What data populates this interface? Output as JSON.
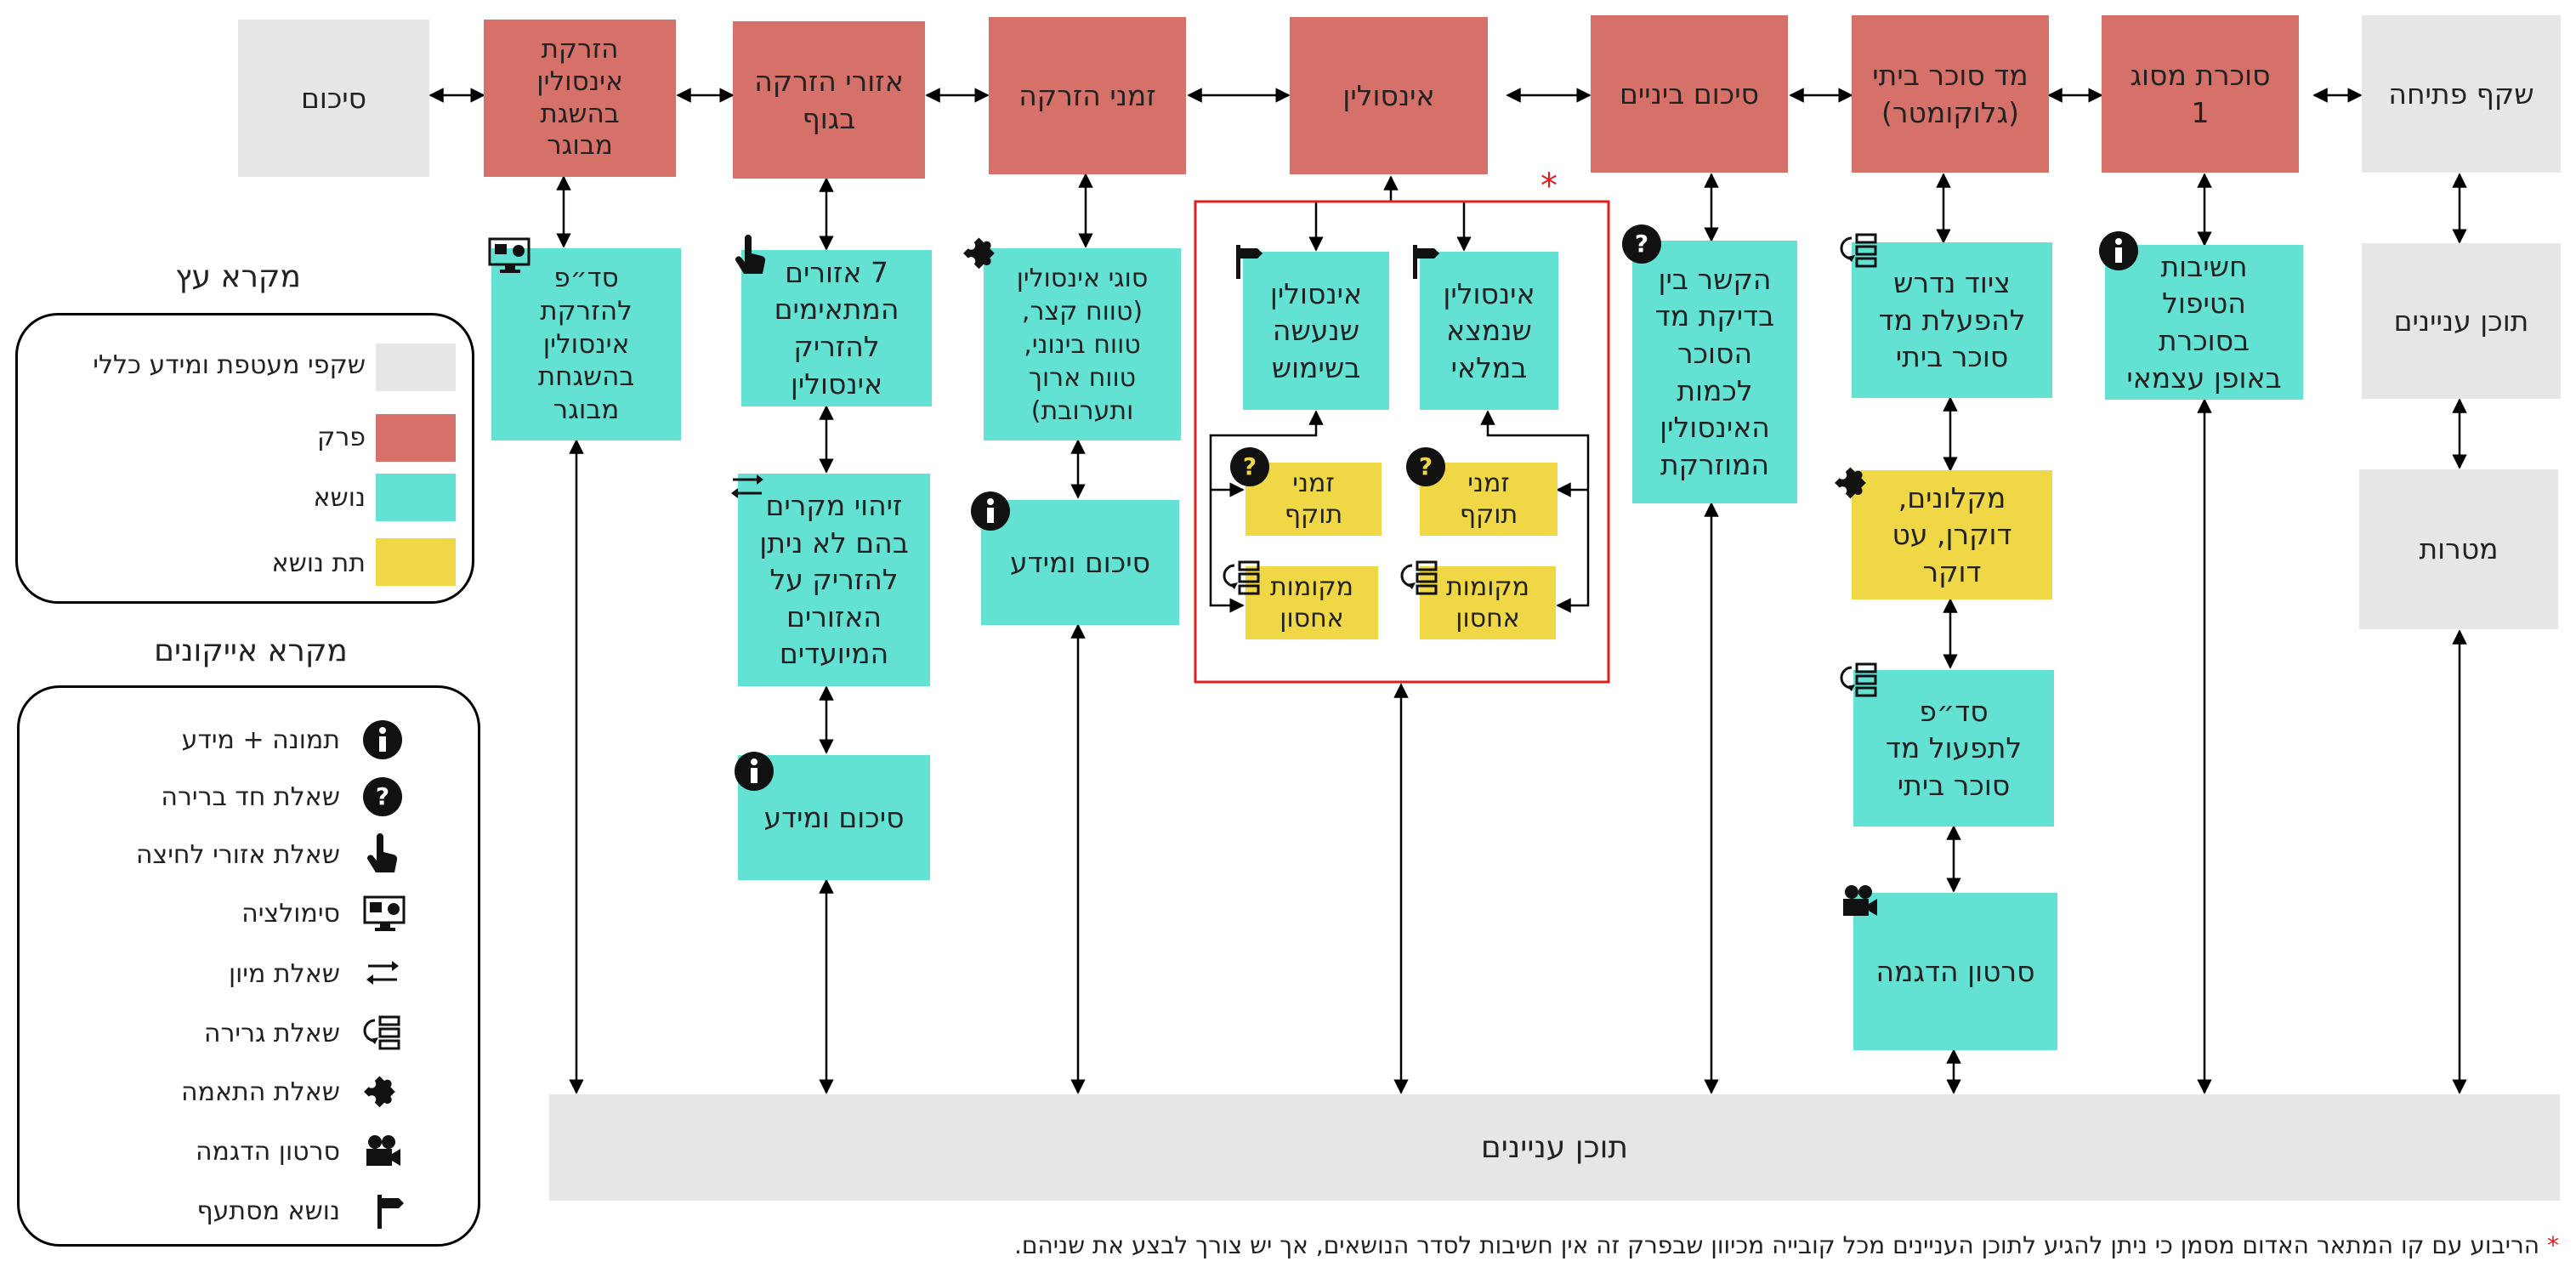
{
  "colors": {
    "general": "#e6e6e6",
    "chapter": "#d6716a",
    "topic": "#63e1d2",
    "subtopic": "#f0d746",
    "highlight_frame": "#e02020"
  },
  "top_row": {
    "opening": "שקף פתיחה",
    "diabetes_type1": "סוכרת מסוג\n1",
    "home_glucometer": "מד סוכר ביתי\n(גלוקומטר)",
    "interim_summary": "סיכום ביניים",
    "insulin": "אינסולין",
    "injection_times": "זמני הזרקה",
    "injection_areas": "אזורי הזרקה\nבגוף",
    "adult_injection": "הזרקת\nאינסולין\nבהשגת\nמבוגר",
    "summary": "סיכום"
  },
  "left_column": {
    "toc": "תוכן עניינים",
    "goals": "מטרות"
  },
  "topics": {
    "treatment_importance": "חשיבות\nהטיפול\nבסוכרת\nבאופן עצמאי",
    "equipment": "ציוד נדרש\nלהפעלת מד\nסוכר ביתי",
    "lancets": "מקלונים,\nדוקרן, עט\nדוקר",
    "procedure_glucometer": "סד״פ\nלתפעול מד\nסוכר ביתי",
    "demo_video": "סרטון הדגמה",
    "relation": "הקשר בין\nבדיקת מד\nהסוכר\nלכמות\nהאינסולין\nהמוזרקת",
    "insulin_stock": "אינסולין\nשנמצא\nבמלאי",
    "insulin_in_use": "אינסולין\nשנעשה\nבשימוש",
    "expiry_a": "זמני\nתוקף",
    "expiry_b": "זמני\nתוקף",
    "storage_a": "מקומות\nאחסון",
    "storage_b": "מקומות\nאחסון",
    "insulin_types": "סוגי אינסולין\n(טווח קצר,\nטווח בינוני,\nטווח ארוך\nותערובת)",
    "summary_info_1": "סיכום ומידע",
    "seven_areas": "7 אזורים\nהמתאימים\nלהזריק\nאינסולין",
    "cases_identify": "זיהוי מקרים\nבהם לא ניתן\nלהזריק על\nהאזורים\nהמיועדים",
    "summary_info_2": "סיכום ומידע",
    "procedure_adult": "סד״פ\nלהזרקת\nאינסולין\nבהשגחת\nמבוגר"
  },
  "bottom_bar": "תוכן עניינים",
  "legend_tree": {
    "title": "מקרא עץ",
    "items": [
      {
        "label": "שקפי מעטפת ומידע כללי",
        "color": "#e6e6e6"
      },
      {
        "label": "פרק",
        "color": "#d6716a"
      },
      {
        "label": "נושא",
        "color": "#63e1d2"
      },
      {
        "label": "תת נושא",
        "color": "#f0d746"
      }
    ]
  },
  "legend_icons": {
    "title": "מקרא אייקונים",
    "items": [
      {
        "label": "תמונה + מידע",
        "icon": "info-icon"
      },
      {
        "label": "שאלת חד ברירה",
        "icon": "question-icon"
      },
      {
        "label": "שאלת אזורי לחיצה",
        "icon": "hand-pointer-icon"
      },
      {
        "label": "סימולציה",
        "icon": "simulation-icon"
      },
      {
        "label": "שאלת מיון",
        "icon": "sort-arrows-icon"
      },
      {
        "label": "שאלת גרירה",
        "icon": "drag-icon"
      },
      {
        "label": "שאלת התאמה",
        "icon": "puzzle-icon"
      },
      {
        "label": "סרטון הדגמה",
        "icon": "video-camera-icon"
      },
      {
        "label": "נושא מסתעף",
        "icon": "signpost-icon"
      }
    ]
  },
  "footnote": "הריבוע עם קו המתאר האדום מסמן כי ניתן להגיע לתוכן העניינים מכל קובייה מכיוון שבפרק זה אין חשיבות לסדר הנושאים, אך יש צורך לבצע את שניהם.",
  "star": "*"
}
